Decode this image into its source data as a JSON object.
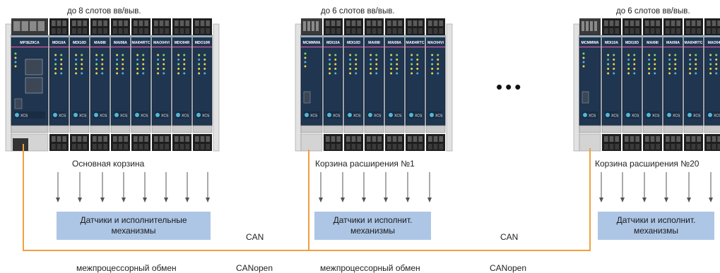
{
  "racks": [
    {
      "name": "Основная корзина",
      "slots_label": "до 8 слотов вв/выв.",
      "box_label": "Датчики и исполнительные механизмы",
      "cpu": "MP3E29CA",
      "brand": "XCS",
      "modules": [
        "MDI10A",
        "MDI10D",
        "MAI08I",
        "MAI08A",
        "MAI04RTC",
        "MAO04VI",
        "MDO04R",
        "MDO10R"
      ]
    },
    {
      "name": "Корзина расширения №1",
      "slots_label": "до 6 слотов вв/выв.",
      "box_label": "Датчики и исполнит. механизмы",
      "cpu": "MCMMWA",
      "brand": "XCS",
      "modules": [
        "MDI10A",
        "MDI10D",
        "MAI08I",
        "MAI08A",
        "MAI04RTC",
        "MAO04VI"
      ]
    },
    {
      "name": "Корзина расширения №20",
      "slots_label": "до 6 слотов вв/выв.",
      "box_label": "Датчики и исполнит. механизмы",
      "cpu": "MCMMWA",
      "brand": "XCS",
      "modules": [
        "MDI10A",
        "MDI10D",
        "MAI08I",
        "MAI08A",
        "MAI04RTC",
        "MAO04"
      ]
    }
  ],
  "ellipsis": "•••",
  "bus": {
    "can_label_1": "CAN",
    "can_label_2": "CAN",
    "canopen_label_1": "CANopen",
    "canopen_label_2": "CANopen",
    "interproc_label_1": "межпроцессорный обмен",
    "interproc_label_2": "межпроцессорный обмен"
  },
  "colors": {
    "bus_line": "#f0a040",
    "module_body": "#1f3550",
    "module_accent": "#e05aa0",
    "box_fill": "#aec6e6",
    "arrow": "#555555"
  }
}
